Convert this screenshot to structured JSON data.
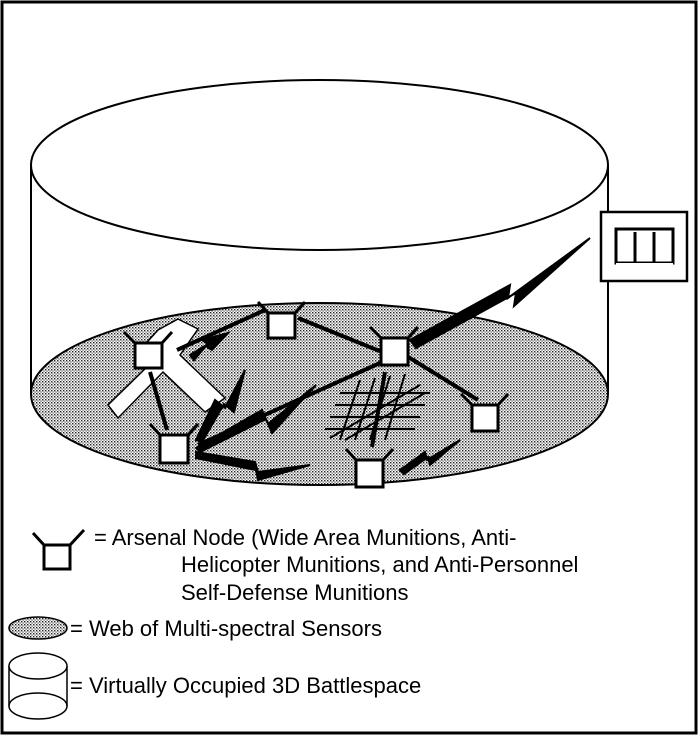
{
  "legend": {
    "arsenal_node": "= Arsenal Node (Wide Area Munitions, Anti-",
    "arsenal_node_line2": "Helicopter Munitions, and Anti-Personnel",
    "arsenal_node_line3": "Self-Defense Munitions",
    "sensor_web": "= Web of Multi-spectral Sensors",
    "battlespace": "= Virtually Occupied 3D Battlespace"
  },
  "icons": {
    "arsenal_node": "arsenal-node-icon",
    "sensor_web": "sensor-web-icon",
    "battlespace": "battlespace-cylinder-icon",
    "command_node": "command-node-icon"
  },
  "colors": {
    "ink": "#000000",
    "sensor_fill": "#d0d0d0",
    "background": "#ffffff"
  }
}
